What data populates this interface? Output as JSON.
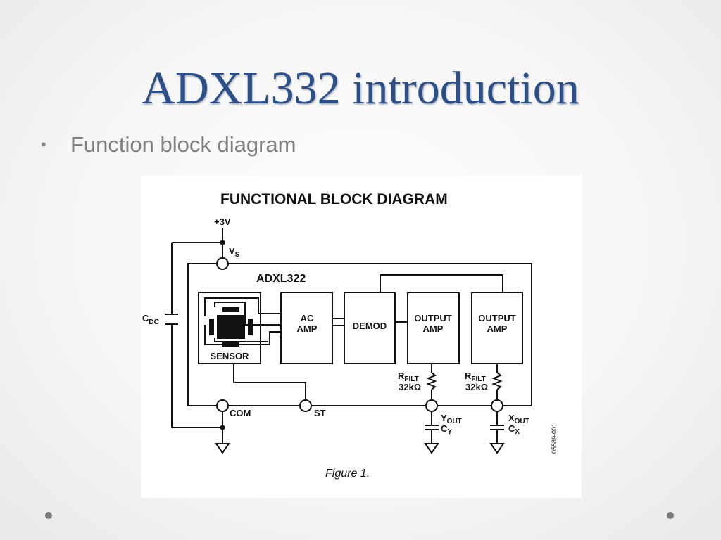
{
  "slide": {
    "title": "ADXL332 introduction",
    "bullets": [
      "Function block diagram"
    ]
  },
  "colors": {
    "title": "#2b4f8a",
    "bullet_text": "#7f7f7f",
    "bullet_marker": "#8a8a8a",
    "diagram_ink": "#111111"
  },
  "diagram": {
    "heading": "FUNCTIONAL BLOCK DIAGRAM",
    "chip_label": "ADXL322",
    "supply": "+3V",
    "blocks": {
      "sensor": "SENSOR",
      "ac_amp": [
        "AC",
        "AMP"
      ],
      "demod": "DEMOD",
      "output_amp_y": [
        "OUTPUT",
        "AMP"
      ],
      "output_amp_x": [
        "OUTPUT",
        "AMP"
      ]
    },
    "pins": {
      "vs": {
        "main": "V",
        "sub": "S"
      },
      "com": "COM",
      "st": "ST",
      "yout": {
        "main": "Y",
        "sub": "OUT"
      },
      "xout": {
        "main": "X",
        "sub": "OUT"
      }
    },
    "components": {
      "cdc": {
        "main": "C",
        "sub": "DC"
      },
      "rfilt_y": {
        "main": "R",
        "sub": "FILT",
        "value": "32kΩ"
      },
      "rfilt_x": {
        "main": "R",
        "sub": "FILT",
        "value": "32kΩ"
      },
      "cy": {
        "main": "C",
        "sub": "Y"
      },
      "cx": {
        "main": "C",
        "sub": "X"
      }
    },
    "part_number": "05589-001",
    "caption": "Figure 1."
  }
}
